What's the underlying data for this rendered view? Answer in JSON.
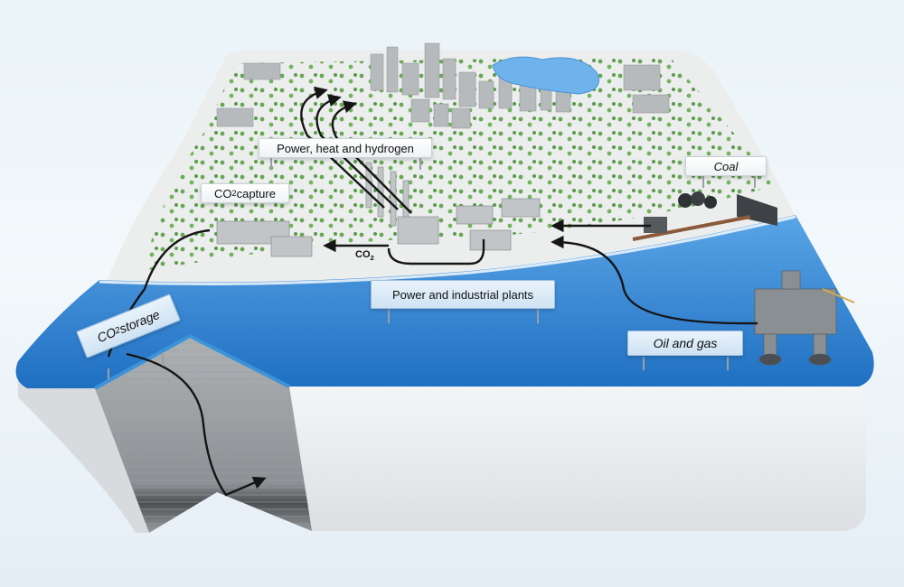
{
  "labels": {
    "power_heat_hydrogen": "Power, heat and hydrogen",
    "co2_capture_pre": "CO",
    "co2_capture_sub": "2",
    "co2_capture_post": " capture",
    "coal": "Coal",
    "co2_flow_pre": "CO",
    "co2_flow_sub": "2",
    "power_industrial": "Power and industrial plants",
    "co2_storage_pre": "CO",
    "co2_storage_sub": "2",
    "co2_storage_post": " storage",
    "oil_gas": "Oil and gas"
  },
  "colors": {
    "sea": "#2f7fd0",
    "sea_light": "#5aa5e6",
    "land": "#eef0ee",
    "trees": "#4f9a3a",
    "arrow": "#151515",
    "block_side": "#e6e8ea"
  }
}
